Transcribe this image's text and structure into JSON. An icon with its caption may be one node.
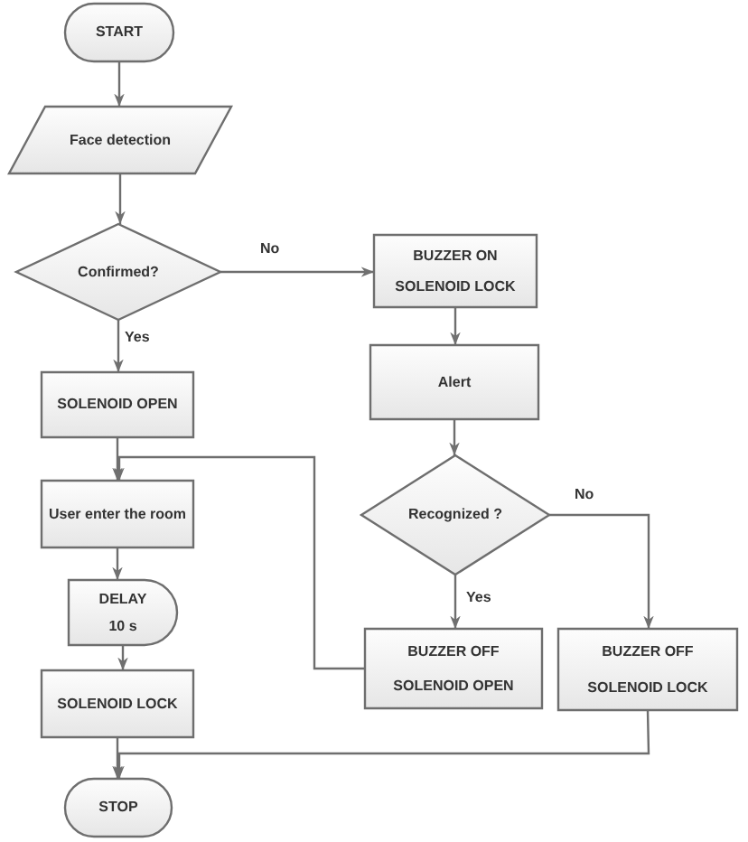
{
  "diagram": {
    "nodes": [
      {
        "text": [
          "START"
        ]
      },
      {
        "text": [
          "Face detection"
        ]
      },
      {
        "text": [
          "Confirmed?"
        ]
      },
      {
        "text": [
          "SOLENOID OPEN"
        ]
      },
      {
        "text": [
          "BUZZER ON",
          "SOLENOID LOCK"
        ]
      },
      {
        "text": [
          "Alert"
        ]
      },
      {
        "text": [
          "Recognized ?"
        ]
      },
      {
        "text": [
          "User enter the room"
        ]
      },
      {
        "text": [
          "DELAY",
          "10 s"
        ]
      },
      {
        "text": [
          "SOLENOID LOCK"
        ]
      },
      {
        "text": [
          "BUZZER OFF",
          "SOLENOID OPEN"
        ]
      },
      {
        "text": [
          "BUZZER OFF",
          "SOLENOID LOCK"
        ]
      },
      {
        "text": [
          "STOP"
        ]
      }
    ],
    "edges": [
      {
        "from": 0,
        "to": 1,
        "arrow": "to"
      },
      {
        "from": 1,
        "to": 2,
        "arrow": "to"
      },
      {
        "from": 2,
        "to": 3,
        "arrow": "to",
        "label": "Yes"
      },
      {
        "from": 2,
        "to": 4,
        "arrow": "to",
        "label": "No"
      },
      {
        "from": 4,
        "to": 5,
        "arrow": "to"
      },
      {
        "from": 5,
        "to": 6,
        "arrow": "to"
      },
      {
        "from": 6,
        "to": 10,
        "arrow": "to",
        "label": "Yes"
      },
      {
        "from": 6,
        "to": 11,
        "arrow": "to",
        "label": "No"
      },
      {
        "from": 3,
        "to": 7,
        "arrow": "to"
      },
      {
        "from": 10,
        "to": 7,
        "arrow": "to"
      },
      {
        "from": 7,
        "to": 8,
        "arrow": "to"
      },
      {
        "from": 8,
        "to": 9,
        "arrow": "to"
      },
      {
        "from": 9,
        "to": 12,
        "arrow": "to"
      },
      {
        "from": 11,
        "to": 12,
        "arrow": "to"
      }
    ]
  }
}
